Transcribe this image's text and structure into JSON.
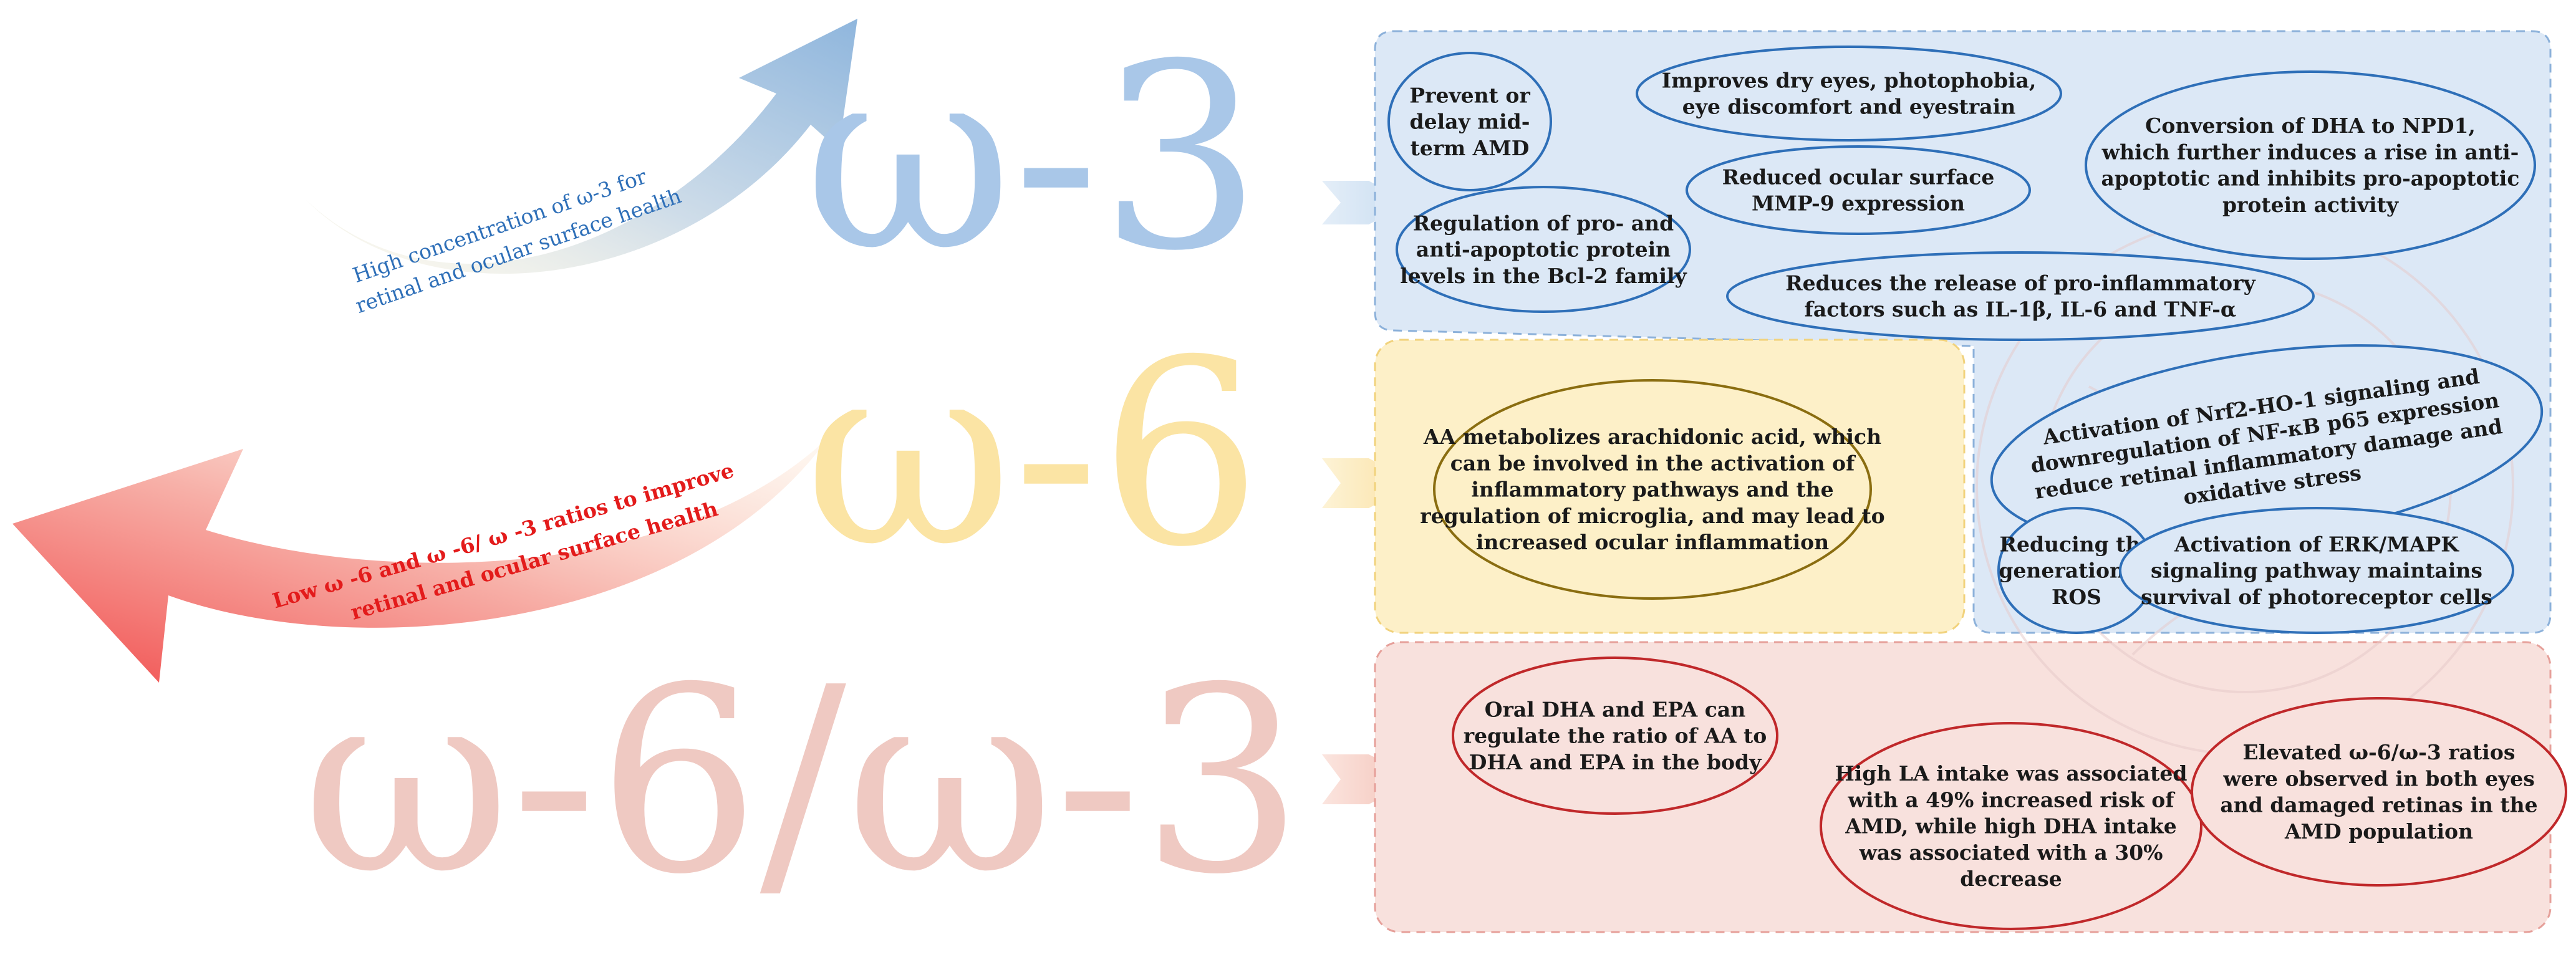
{
  "labels": {
    "omega3": "ω-3",
    "omega6": "ω-6",
    "ratio": "ω-6/ω-3"
  },
  "arrows": {
    "top_label_line1": "High concentration of ω-3 for",
    "top_label_line2": "retinal and ocular surface health",
    "bottom_label_line1": "Low ω -6 and ω -6/ ω -3 ratios to improve",
    "bottom_label_line2": "retinal and ocular surface health"
  },
  "omega3_items": [
    [
      "Prevent or",
      "delay mid-",
      "term AMD"
    ],
    [
      "Improves dry eyes, photophobia,",
      "eye discomfort and eyestrain"
    ],
    [
      "Conversion of DHA to NPD1,",
      "which further induces a rise in anti-",
      "apoptotic and inhibits pro-apoptotic",
      "protein activity"
    ],
    [
      "Reduced ocular surface",
      "MMP-9 expression"
    ],
    [
      "Regulation of pro- and",
      "anti-apoptotic protein",
      "levels in the Bcl-2 family"
    ],
    [
      "Reduces the release of pro-inflammatory",
      "factors such as IL-1β, IL-6 and TNF-α"
    ],
    [
      "Activation of Nrf2-HO-1 signaling and",
      "downregulation of NF-κB p65 expression",
      "reduce retinal inflammatory damage and",
      "oxidative stress"
    ],
    [
      "Reducing the",
      "generation of",
      "ROS"
    ],
    [
      "Activation of ERK/MAPK",
      "signaling pathway maintains",
      "survival of photoreceptor cells"
    ]
  ],
  "omega6_items": [
    [
      "AA metabolizes arachidonic acid, which",
      "can be involved in the activation of",
      "inflammatory pathways and the",
      "regulation of microglia, and may lead to",
      "increased ocular inflammation"
    ]
  ],
  "ratio_items": [
    [
      "Oral DHA and EPA can",
      "regulate the ratio of AA to",
      "DHA and EPA in the body"
    ],
    [
      "High LA intake was associated",
      "with a 49% increased risk of",
      "AMD, while high DHA intake",
      "was associated with a 30%",
      "decrease"
    ],
    [
      "Elevated ω-6/ω-3 ratios",
      "were observed in both eyes",
      "and damaged retinas in the",
      "AMD population"
    ]
  ],
  "colors": {
    "blue_box": "#dce8f6",
    "blue_stroke": "#2e6fb8",
    "yellow_box": "#fdf0c8",
    "yellow_stroke": "#9a7a1a",
    "red_box": "#f8e1dd",
    "red_stroke": "#c0282a",
    "omega3_text": "#a9c7e8",
    "omega6_text": "#fbe4a4",
    "ratio_text": "#efc9c2"
  }
}
